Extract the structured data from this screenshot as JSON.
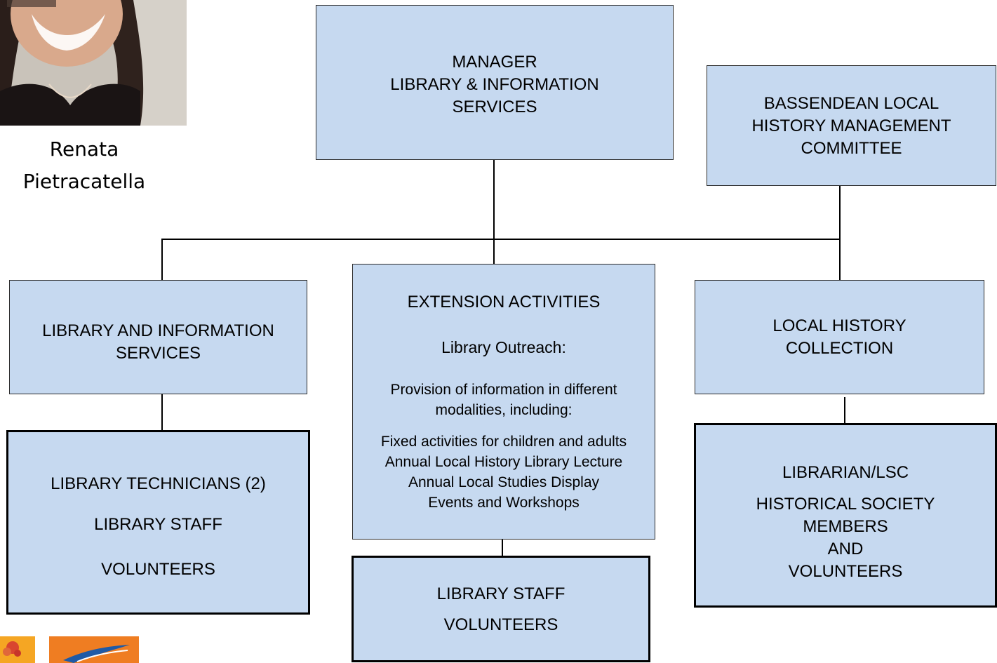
{
  "person": {
    "first_name": "Renata",
    "last_name": "Pietracatella"
  },
  "manager": {
    "lines": [
      "MANAGER",
      "LIBRARY & INFORMATION",
      "SERVICES"
    ]
  },
  "committee": {
    "lines": [
      "BASSENDEAN LOCAL",
      "HISTORY MANAGEMENT",
      "COMMITTEE"
    ]
  },
  "library_services": {
    "lines": [
      "LIBRARY AND INFORMATION",
      "SERVICES"
    ]
  },
  "extension": {
    "title": "EXTENSION ACTIVITIES",
    "subtitle": "Library Outreach:",
    "provision": [
      "Provision of information in different",
      "modalities, including:"
    ],
    "activities": [
      "Fixed activities for children and adults",
      "Annual Local History Library Lecture",
      "Annual Local Studies Display",
      "Events and Workshops"
    ]
  },
  "local_history": {
    "lines": [
      "LOCAL HISTORY",
      "COLLECTION"
    ]
  },
  "library_staff_left": {
    "items": [
      "LIBRARY TECHNICIANS (2)",
      "LIBRARY STAFF",
      "VOLUNTEERS"
    ]
  },
  "library_staff_mid": {
    "items": [
      "LIBRARY STAFF",
      "VOLUNTEERS"
    ]
  },
  "librarian": {
    "title": "LIBRARIAN/LSC",
    "lines": [
      "HISTORICAL SOCIETY",
      "MEMBERS",
      "AND",
      "VOLUNTEERS"
    ]
  },
  "colors": {
    "box_fill": "#c6d9f0",
    "line": "#000000",
    "logo_orange": "#ef7d22",
    "logo_yellow": "#f5a623"
  }
}
